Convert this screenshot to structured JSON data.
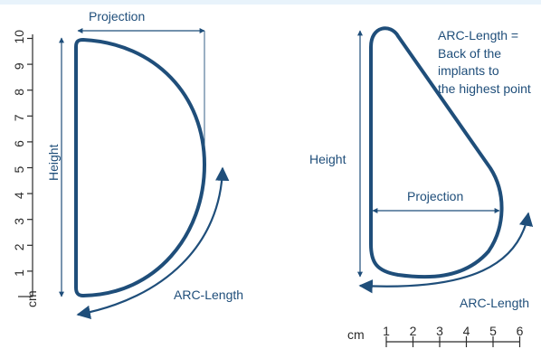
{
  "left_figure": {
    "projection_label": "Projection",
    "height_label": "Height",
    "arc_label": "ARC-Length",
    "scale_unit": "cm",
    "scale_ticks": [
      "1",
      "2",
      "3",
      "4",
      "5",
      "6",
      "7",
      "8",
      "9",
      "10"
    ]
  },
  "right_figure": {
    "arc_note_lines": [
      "ARC-Length =",
      "Back of the",
      "implants to",
      "the highest point"
    ],
    "height_label": "Height",
    "projection_label": "Projection",
    "arc_label": "ARC-Length",
    "scale_unit": "cm",
    "scale_ticks": [
      "1",
      "2",
      "3",
      "4",
      "5",
      "6"
    ]
  },
  "colors": {
    "outline": "#1f4e7a",
    "text": "#1f4e7a",
    "scale": "#2b2b2b",
    "top_band": "#e8f3fb"
  }
}
